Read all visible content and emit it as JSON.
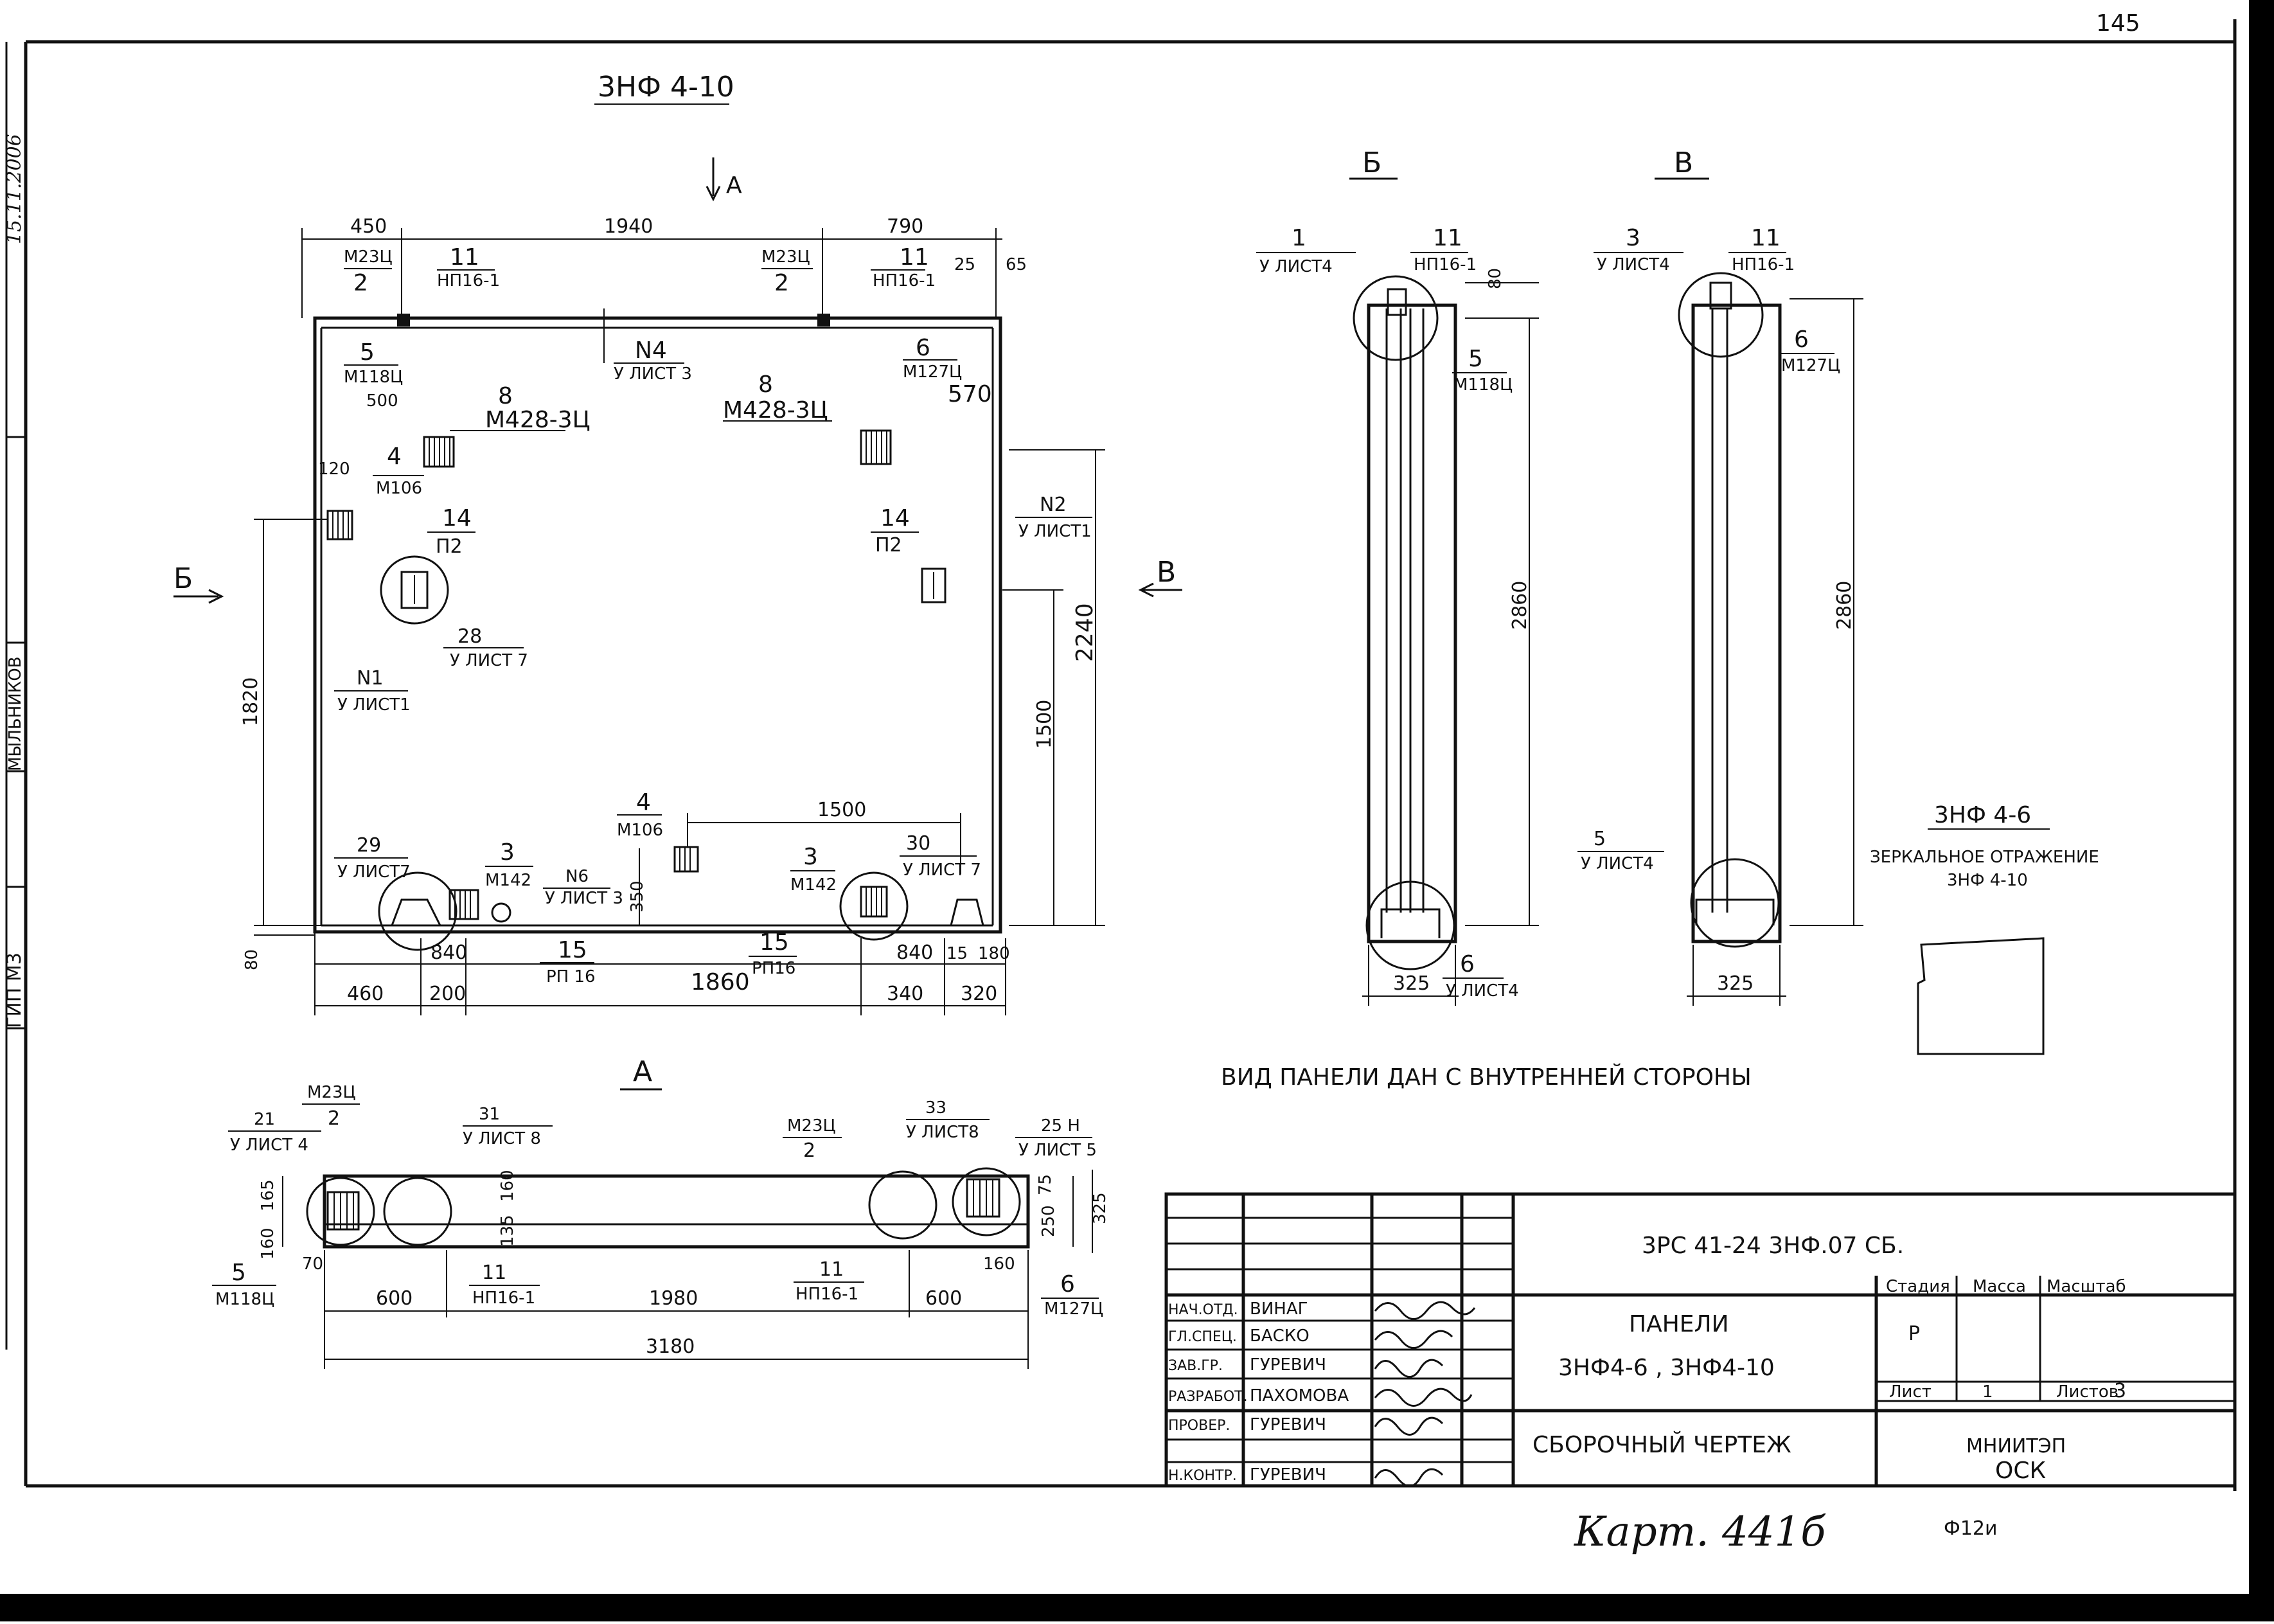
{
  "sheet": {
    "page_number": "145",
    "main_title": "3НФ 4-10",
    "view_a_arrow": "A",
    "section_b_title": "Б",
    "section_v_title": "В",
    "side_arrow_left": "Б",
    "side_arrow_right": "В",
    "mirror_title": "3НФ 4-6",
    "mirror_note": "ЗЕРКАЛЬНОЕ ОТРАЖЕНИЕ",
    "mirror_note2": "3НФ 4-10",
    "inner_side_note": "ВИД ПАНЕЛИ ДАН С ВНУТРЕННЕЙ СТОРОНЫ",
    "view_a_title": "А",
    "handwritten_note": "Карт. 441б",
    "format_label": "Ф12и",
    "margin_date": "15.11.2006",
    "margin_name": "МЫЛЬНИКОВ",
    "margin_dept": "ГИП М3"
  },
  "dimensions": {
    "top_450": "450",
    "top_1940": "1940",
    "top_790": "790",
    "top_25": "25",
    "top_65": "65",
    "left_120": "120",
    "left_500": "500",
    "right_570": "570",
    "h_1820": "1820",
    "h_80": "80",
    "h_2240": "2240",
    "h_1500": "1500",
    "mid_1500": "1500",
    "h_350": "350",
    "b_840a": "840",
    "b_840b": "840",
    "b_15": "15",
    "b_180": "180",
    "b_460": "460",
    "b_200": "200",
    "b_1860": "1860",
    "b_340": "340",
    "b_320": "320",
    "sec_80": "80",
    "sec_2860a": "2860",
    "sec_2860b": "2860",
    "sec_325a": "325",
    "sec_325b": "325",
    "a_165": "165",
    "a_160": "160",
    "a_70": "70",
    "a_135": "135",
    "a_160b": "160",
    "a_600a": "600",
    "a_1980": "1980",
    "a_600b": "600",
    "a_160c": "160",
    "a_3180": "3180",
    "a_75": "75",
    "a_250": "250",
    "a_325": "325"
  },
  "callouts": {
    "c_m23c_1": "М23Ц",
    "c_2_1": "2",
    "c_11_1": "11",
    "c_np16_1": "НП16-1",
    "c_m23c_2": "М23Ц",
    "c_2_2": "2",
    "c_11_2": "11",
    "c_np16_2": "НП16-1",
    "c_5": "5",
    "c_m118c": "М118Ц",
    "c_n4": "N4",
    "c_list3": "У ЛИСТ 3",
    "c_6": "6",
    "c_m127c": "М127Ц",
    "c_8a": "8",
    "c_m428a": "М428-3Ц",
    "c_8b": "8",
    "c_m428b": "М428-3Ц",
    "c_4a": "4",
    "c_m106a": "М106",
    "c_14a": "14",
    "c_p2a": "П2",
    "c_14b": "14",
    "c_p2b": "П2",
    "c_n2": "N2",
    "c_list1a": "У ЛИСТ1",
    "c_28": "28",
    "c_list7a": "У ЛИСТ 7",
    "c_n1": "N1",
    "c_list1b": "У ЛИСТ1",
    "c_4b": "4",
    "c_m106b": "М106",
    "c_29": "29",
    "c_list7b": "У ЛИСТ7",
    "c_3a": "3",
    "c_m142a": "М142",
    "c_n6": "N6",
    "c_list3b": "У ЛИСТ 3",
    "c_15a": "15",
    "c_rp16a": "РП 16",
    "c_3b": "3",
    "c_m142b": "М142",
    "c_30": "30",
    "c_list7c": "У ЛИСТ 7",
    "c_15b": "15",
    "c_rp16b": "РП16",
    "b_1": "1",
    "b_list4": "У ЛИСТ4",
    "b_11": "11",
    "b_np16": "НП16-1",
    "b_5": "5",
    "b_m118c": "М118Ц",
    "b_6": "6",
    "b_list4b": "У ЛИСТ4",
    "v_3": "3",
    "v_list4": "У ЛИСТ4",
    "v_11": "11",
    "v_np16": "НП16-1",
    "v_6": "6",
    "v_m127c": "М127Ц",
    "v_5": "5",
    "v_list4b": "У ЛИСТ4",
    "a_m23c_1": "М23Ц",
    "a_2_1": "2",
    "a_21": "21",
    "a_list4": "У ЛИСТ 4",
    "a_31": "31",
    "a_list8a": "У ЛИСТ 8",
    "a_m23c_2": "М23Ц",
    "a_2_2": "2",
    "a_33": "33",
    "a_list8b": "У ЛИСТ8",
    "a_25n": "25 Н",
    "a_list5": "У ЛИСТ 5",
    "a_5": "5",
    "a_m118c": "М118Ц",
    "a_11a": "11",
    "a_np16a": "НП16-1",
    "a_11b": "11",
    "a_np16b": "НП16-1",
    "a_6": "6",
    "a_m127c": "М127Ц"
  },
  "title_block": {
    "doc_code": "3РС 41-24   3НФ.07 СБ.",
    "name_line1": "ПАНЕЛИ",
    "name_line2": "3НФ4-6 , 3НФ4-10",
    "doc_type": "СБОРОЧНЫЙ ЧЕРТЕЖ",
    "stage_label": "Стадия",
    "mass_label": "Масса",
    "scale_label": "Масштаб",
    "stage_value": "Р",
    "sheet_label": "Лист",
    "sheet_value": "1",
    "sheets_label": "Листов",
    "sheets_value": "3",
    "org_line1": "МНИИТЭП",
    "org_line2": "ОСК",
    "roles": [
      {
        "role": "НАЧ.ОТД.",
        "name": "ВИНАГ"
      },
      {
        "role": "ГЛ.СПЕЦ.",
        "name": "БАСКО"
      },
      {
        "role": "ЗАВ.ГР.",
        "name": "ГУРЕВИЧ"
      },
      {
        "role": "РАЗРАБОТ.",
        "name": "ПАХОМОВА"
      },
      {
        "role": "ПРОВЕР.",
        "name": "ГУРЕВИЧ"
      },
      {
        "role": "Н.КОНТР.",
        "name": "ГУРЕВИЧ"
      }
    ]
  }
}
